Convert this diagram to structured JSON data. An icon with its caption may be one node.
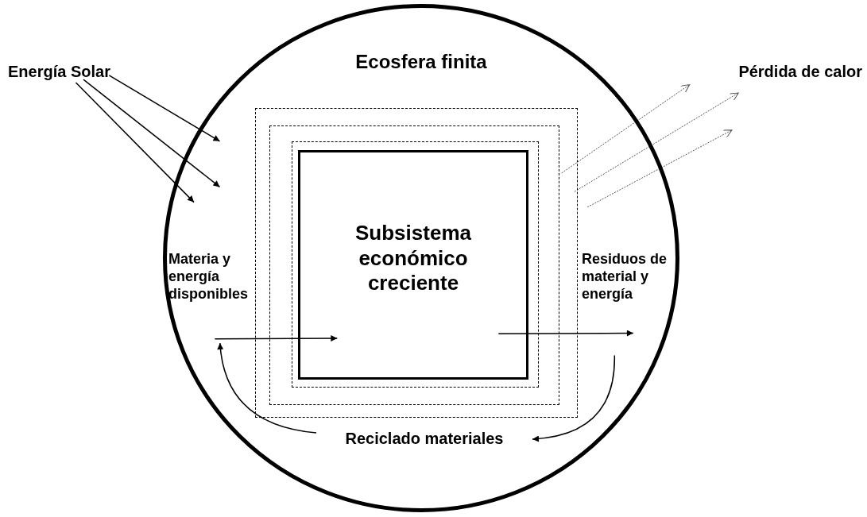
{
  "diagram": {
    "nodes": [
      {
        "text": [
          "Ecosfera finita"
        ]
      },
      {
        "text": [
          "Energía Solar"
        ]
      },
      {
        "text": [
          "Pérdida de calor"
        ]
      },
      {
        "text": [],
        "shape": "box",
        "in": 0
      },
      {
        "text": [],
        "shape": "box",
        "in": 3
      },
      {
        "text": [],
        "shape": "box",
        "in": 4
      },
      {
        "text": [
          "Subsistema económico creciente"
        ],
        "in": 5
      },
      {
        "text": [
          "Materia y energía disponibles"
        ],
        "in": 0
      },
      {
        "text": [
          "Residuos de material y energía"
        ],
        "in": 0
      },
      {
        "text": [
          "Reciclado materiales"
        ],
        "in": 0
      }
    ],
    "edges": [
      {
        "from": 1,
        "to": 0,
        "arrow": "to"
      },
      {
        "from": 1,
        "to": 0,
        "arrow": "to"
      },
      {
        "from": 1,
        "to": 0,
        "arrow": "to"
      },
      {
        "from": 3,
        "to": 2,
        "arrow": "to",
        "style": "dashed",
        "color": "#555555"
      },
      {
        "from": 3,
        "to": 2,
        "arrow": "to",
        "style": "dashed",
        "color": "#555555"
      },
      {
        "from": 3,
        "to": 2,
        "arrow": "to",
        "style": "dashed",
        "color": "#555555"
      },
      {
        "from": 7,
        "to": 6,
        "arrow": "to"
      },
      {
        "from": 6,
        "to": 8,
        "arrow": "to"
      },
      {
        "from": 8,
        "to": 9,
        "arrow": "to"
      },
      {
        "from": 9,
        "to": 7,
        "arrow": "to"
      }
    ]
  }
}
